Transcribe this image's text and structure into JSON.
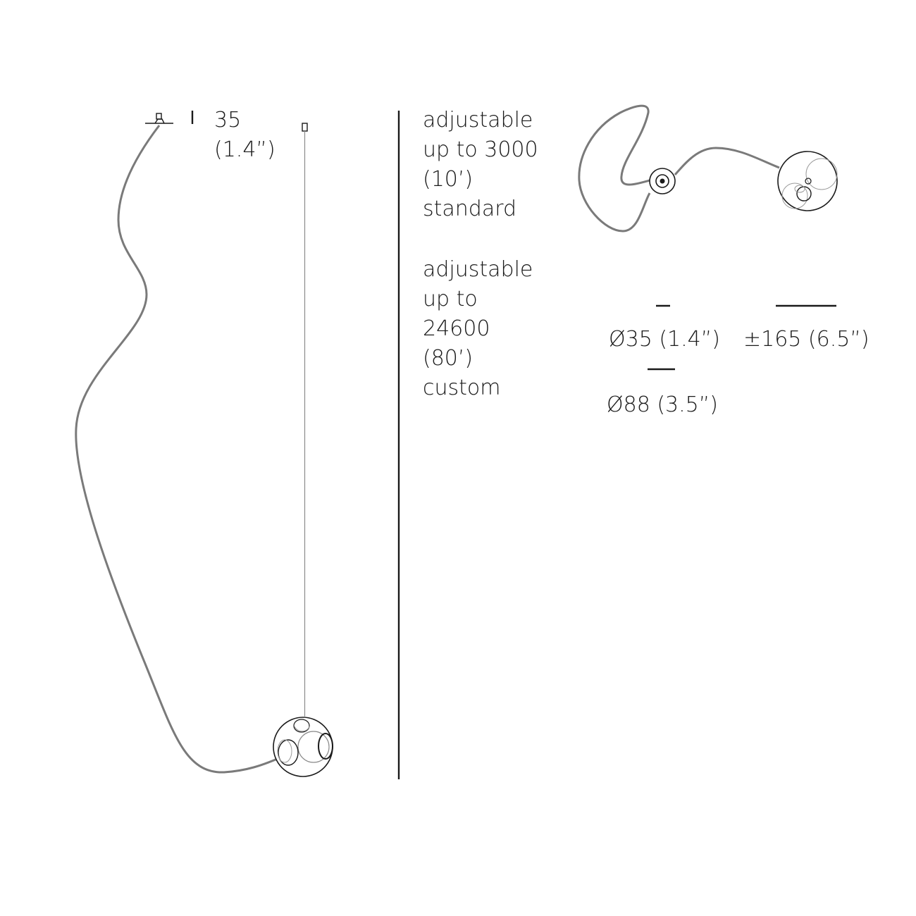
{
  "diagram": {
    "canopy_height": {
      "value": "35",
      "imperial": "(1.4”)"
    },
    "length_standard": {
      "lines": [
        "adjustable",
        "up to 3000",
        "(10’)",
        "standard"
      ]
    },
    "length_custom": {
      "lines": [
        "adjustable",
        "up to",
        "24600",
        "(80’)",
        "custom"
      ]
    },
    "canopy_diameter": "Ø35 (1.4”)",
    "spread": "±165 (6.5”)",
    "globe_diameter": "Ø88 (3.5”)",
    "colors": {
      "line": "#1a1a1a",
      "cord": "#7a7a7a",
      "ghost": "#9a9a9a"
    }
  }
}
